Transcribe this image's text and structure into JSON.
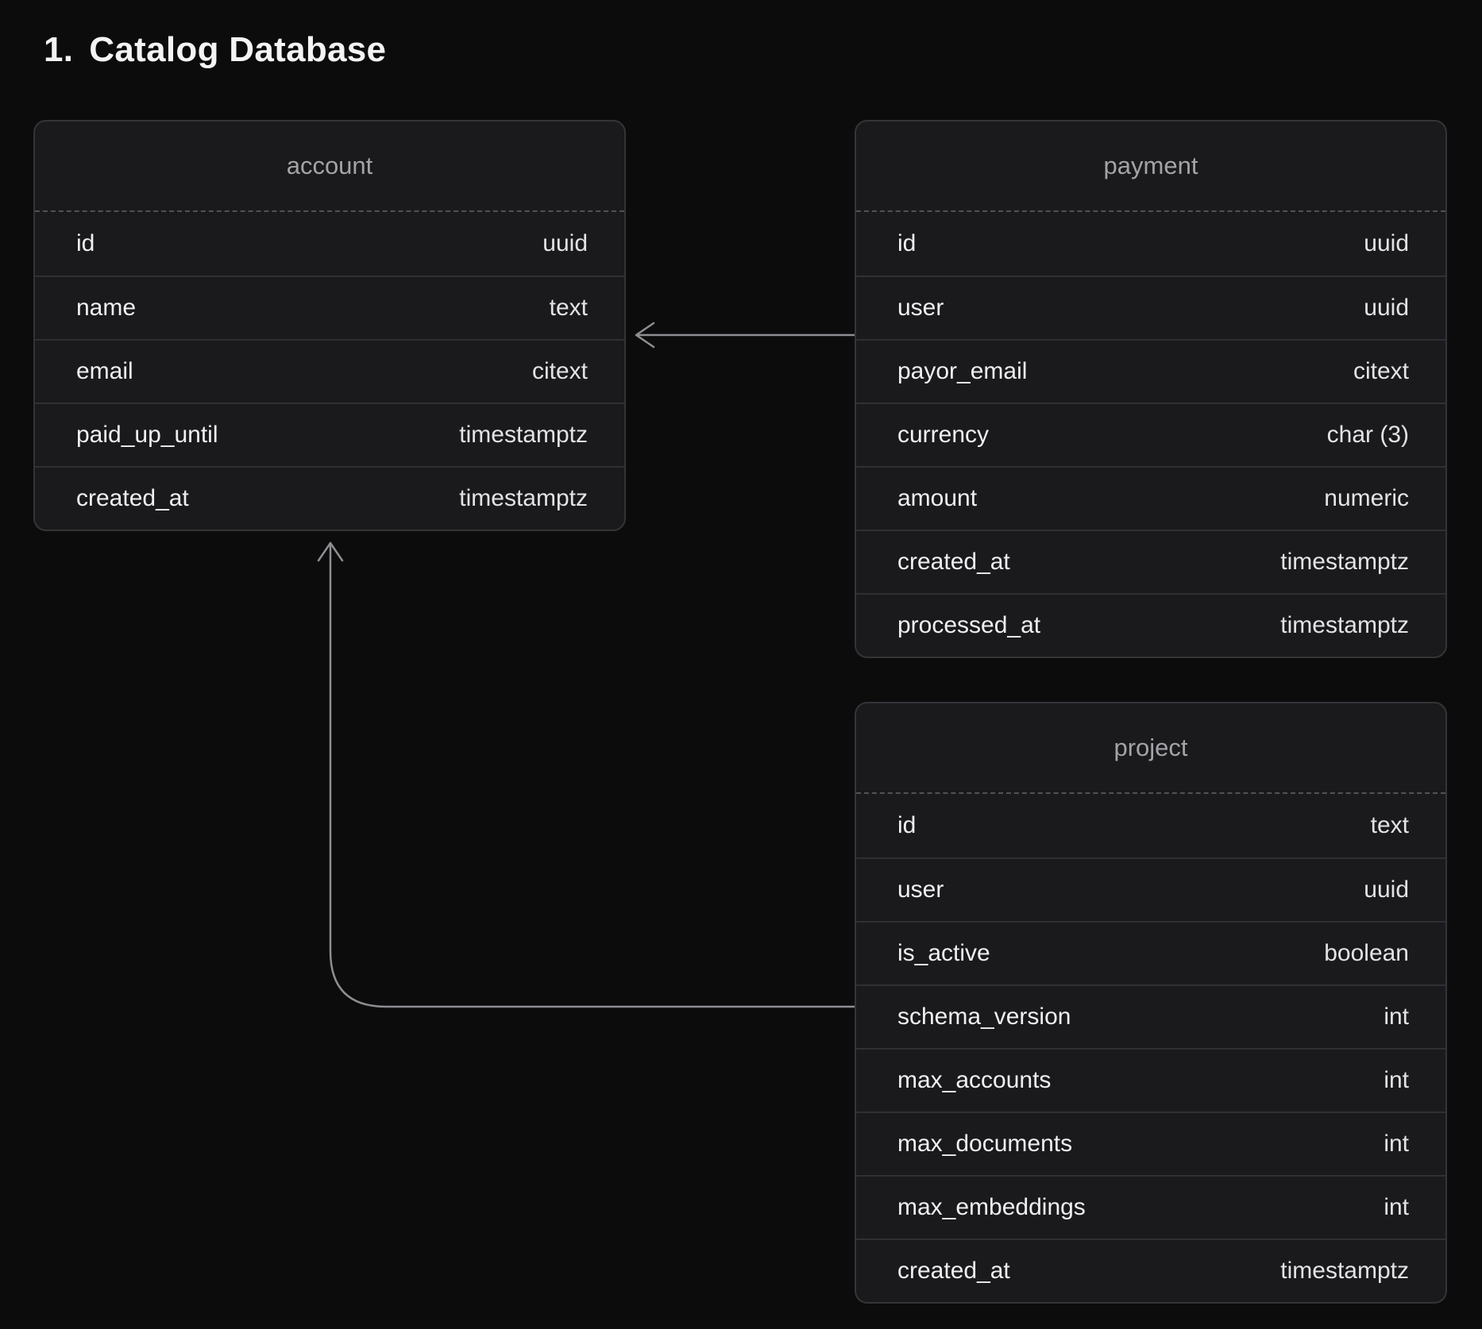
{
  "title": {
    "number": "1.",
    "text": "Catalog Database"
  },
  "tables": [
    {
      "name": "account",
      "columns": [
        {
          "name": "id",
          "type": "uuid"
        },
        {
          "name": "name",
          "type": "text"
        },
        {
          "name": "email",
          "type": "citext"
        },
        {
          "name": "paid_up_until",
          "type": "timestamptz"
        },
        {
          "name": "created_at",
          "type": "timestamptz"
        }
      ]
    },
    {
      "name": "payment",
      "columns": [
        {
          "name": "id",
          "type": "uuid"
        },
        {
          "name": "user",
          "type": "uuid"
        },
        {
          "name": "payor_email",
          "type": "citext"
        },
        {
          "name": "currency",
          "type": "char (3)"
        },
        {
          "name": "amount",
          "type": "numeric"
        },
        {
          "name": "created_at",
          "type": "timestamptz"
        },
        {
          "name": "processed_at",
          "type": "timestamptz"
        }
      ]
    },
    {
      "name": "project",
      "columns": [
        {
          "name": "id",
          "type": "text"
        },
        {
          "name": "user",
          "type": "uuid"
        },
        {
          "name": "is_active",
          "type": "boolean"
        },
        {
          "name": "schema_version",
          "type": "int"
        },
        {
          "name": "max_accounts",
          "type": "int"
        },
        {
          "name": "max_documents",
          "type": "int"
        },
        {
          "name": "max_embeddings",
          "type": "int"
        },
        {
          "name": "created_at",
          "type": "timestamptz"
        }
      ]
    }
  ],
  "relationships": [
    {
      "from": "payment",
      "to": "account"
    },
    {
      "from": "project",
      "to": "account"
    }
  ],
  "colors": {
    "page_bg": "#0c0c0d",
    "card_bg": "#1a1a1c",
    "card_border": "#343438",
    "row_sep": "#303034",
    "dash_sep": "#515155",
    "header_text": "#a3a3a8",
    "name_text": "#f0f0f2",
    "type_text": "#e3e3e7",
    "title_text": "#f4f4f5",
    "line_color": "#8e8e92"
  }
}
